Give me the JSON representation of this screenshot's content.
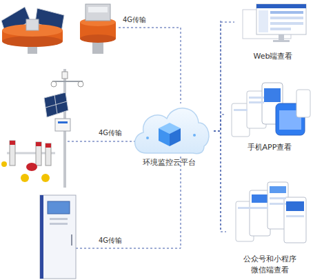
{
  "diagram": {
    "nodes": [
      {
        "text": [
          "环境监控云平台"
        ]
      },
      {
        "text": [
          "Web端查看"
        ]
      },
      {
        "text": [
          "手机APP查看"
        ]
      },
      {
        "text": [
          "公众号和小程序 微信端查看"
        ]
      }
    ],
    "edges": [
      {
        "from": 0,
        "to": 1,
        "arrow": "none"
      },
      {
        "from": 0,
        "to": 2,
        "arrow": "none"
      },
      {
        "from": 0,
        "to": 3,
        "arrow": "none"
      }
    ],
    "labels": [
      "4G传输",
      "4G传输",
      "4G传输"
    ]
  }
}
